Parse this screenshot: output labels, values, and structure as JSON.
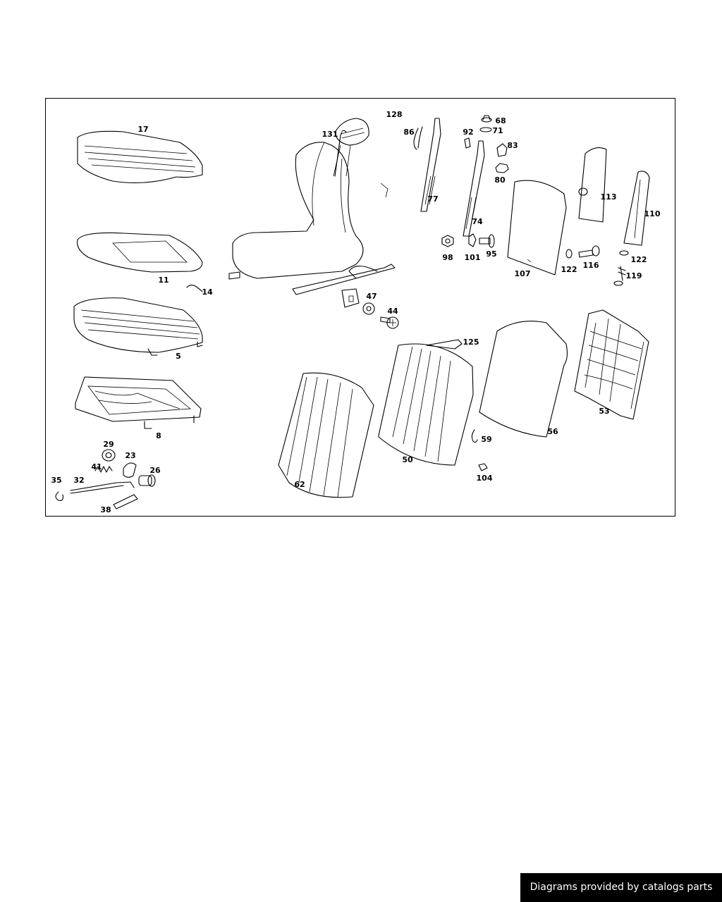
{
  "diagram": {
    "callouts": [
      {
        "id": "17",
        "text": "17"
      },
      {
        "id": "11",
        "text": "11"
      },
      {
        "id": "14",
        "text": "14"
      },
      {
        "id": "5",
        "text": "5"
      },
      {
        "id": "8",
        "text": "8"
      },
      {
        "id": "29",
        "text": "29"
      },
      {
        "id": "23",
        "text": "23"
      },
      {
        "id": "41",
        "text": "41"
      },
      {
        "id": "26",
        "text": "26"
      },
      {
        "id": "35",
        "text": "35"
      },
      {
        "id": "32",
        "text": "32"
      },
      {
        "id": "38",
        "text": "38"
      },
      {
        "id": "128",
        "text": "128"
      },
      {
        "id": "131",
        "text": "131"
      },
      {
        "id": "86",
        "text": "86"
      },
      {
        "id": "77",
        "text": "77"
      },
      {
        "id": "92",
        "text": "92"
      },
      {
        "id": "68",
        "text": "68"
      },
      {
        "id": "71",
        "text": "71"
      },
      {
        "id": "83",
        "text": "83"
      },
      {
        "id": "80",
        "text": "80"
      },
      {
        "id": "74",
        "text": "74"
      },
      {
        "id": "98",
        "text": "98"
      },
      {
        "id": "101",
        "text": "101"
      },
      {
        "id": "95",
        "text": "95"
      },
      {
        "id": "107",
        "text": "107"
      },
      {
        "id": "113",
        "text": "113"
      },
      {
        "id": "110",
        "text": "110"
      },
      {
        "id": "122a",
        "text": "122"
      },
      {
        "id": "116",
        "text": "116"
      },
      {
        "id": "122b",
        "text": "122"
      },
      {
        "id": "119",
        "text": "119"
      },
      {
        "id": "47",
        "text": "47"
      },
      {
        "id": "44",
        "text": "44"
      },
      {
        "id": "125",
        "text": "125"
      },
      {
        "id": "62",
        "text": "62"
      },
      {
        "id": "50",
        "text": "50"
      },
      {
        "id": "59",
        "text": "59"
      },
      {
        "id": "104",
        "text": "104"
      },
      {
        "id": "56",
        "text": "56"
      },
      {
        "id": "53",
        "text": "53"
      }
    ]
  },
  "footer": {
    "credit": "Diagrams provided by catalogs parts"
  },
  "colors": {
    "line": "#000000",
    "background": "#ffffff",
    "banner_background": "#000000",
    "banner_text": "#ffffff"
  }
}
